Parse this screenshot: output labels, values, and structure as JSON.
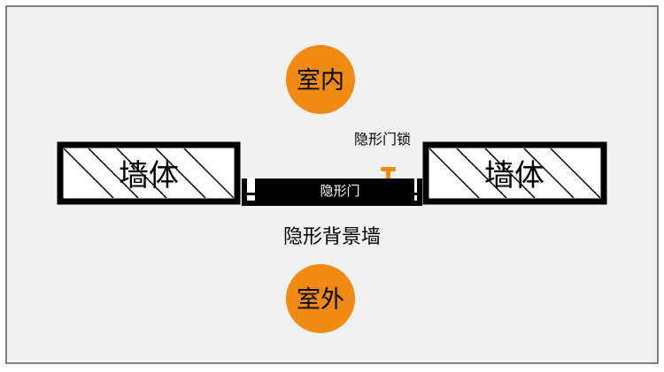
{
  "colors": {
    "background": "#f1f1f1",
    "frame": "#5a5a5a",
    "accent": "#f08a13",
    "wall_stroke": "#000000",
    "door_fill": "#000000"
  },
  "labels": {
    "indoor": "室内",
    "outdoor": "室外",
    "wall_left": "墙体",
    "wall_right": "墙体",
    "door": "隐形门",
    "door_lock": "隐形门锁",
    "background_wall": "隐形背景墙"
  }
}
